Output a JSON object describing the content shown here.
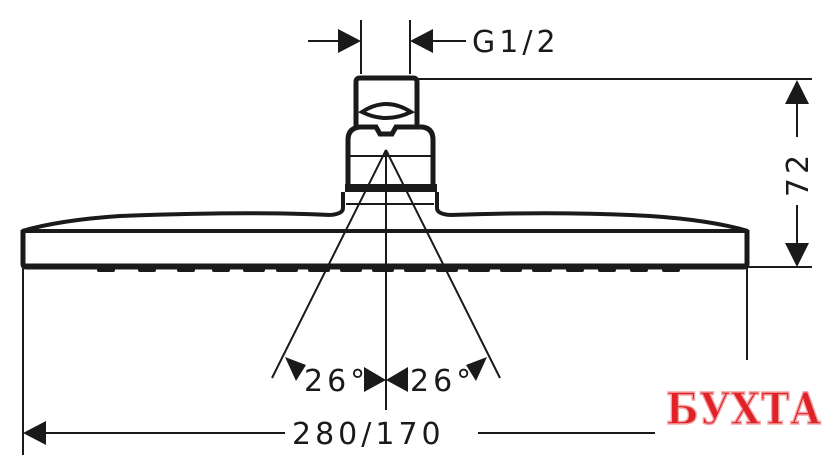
{
  "diagram": {
    "subject": "rain shower head dimension drawing",
    "line_color": "#1a1a1a",
    "background": "#ffffff",
    "dimensions": {
      "connection_thread": "G1/2",
      "height": "72",
      "spray_angle_left": "26°",
      "spray_angle_right": "26°",
      "diameter": "280/170"
    }
  },
  "watermark": {
    "text": "БУХТА",
    "color": "#e02226"
  }
}
